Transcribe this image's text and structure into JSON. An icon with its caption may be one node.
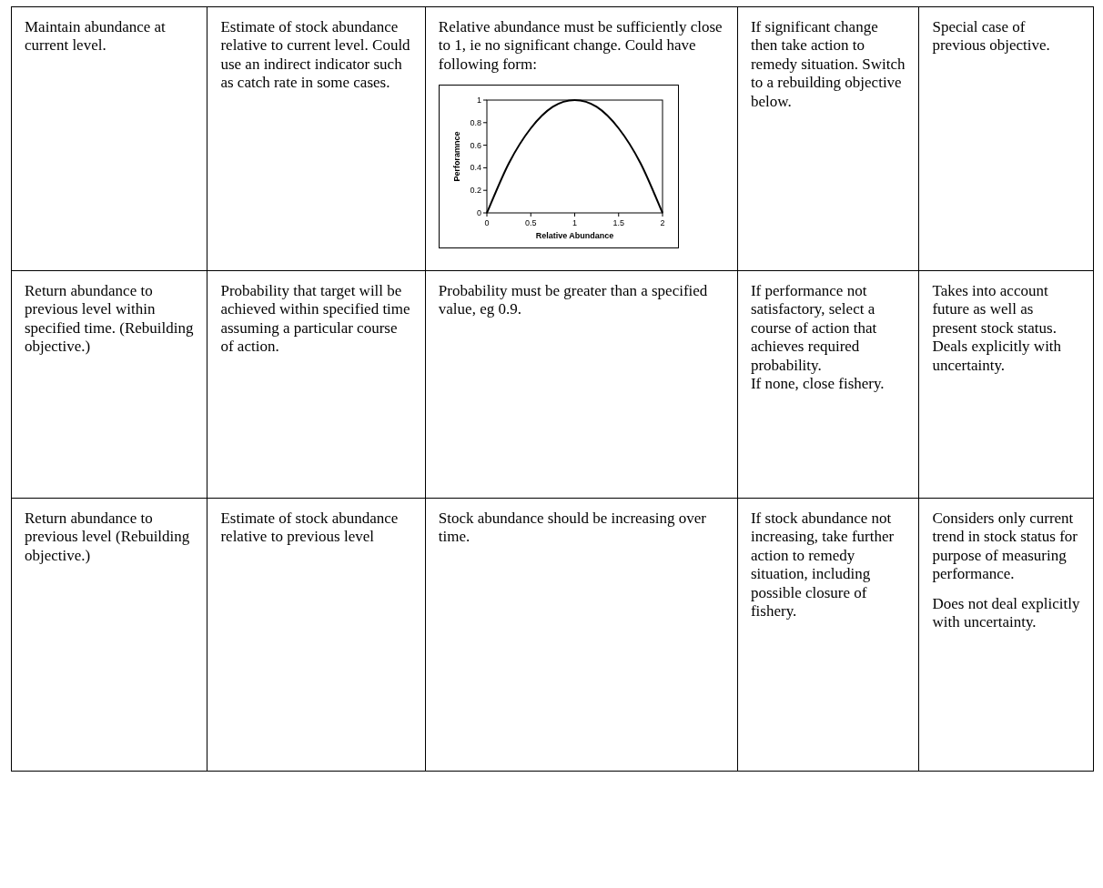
{
  "diagram": {
    "labels": [
      "Maintain abundance at current level.",
      "Estimate of stock abundance relative to current level. Could use an indirect indicator such as catch rate in some cases.",
      "Relative abundance must be sufficiently close to 1, ie no significant change. Could have following form:",
      "If significant change then take action to remedy situation. Switch to a rebuilding objective below.",
      "Special case of previous objective.",
      "Return abundance to previous level within specified time. (Rebuilding objective.)",
      "Probability that target will be achieved within specified time assuming a particular course of action.",
      "Probability must be greater than a specified value, eg 0.9.",
      "If performance not satisfactory, select a course of action that achieves required probability.",
      "If none, close fishery.",
      "Takes into account future as well as present stock status. Deals explicitly with uncertainty.",
      "Return abundance to previous level (Rebuilding objective.)",
      "Estimate of stock abundance relative to previous level",
      "Stock abundance should be increasing over time.",
      "If stock abundance not increasing, take further action to remedy situation, including possible closure of fishery.",
      "Considers only current trend in stock status for purpose of measuring performance.",
      "Does not deal explicitly with uncertainty."
    ],
    "chart_data": {
      "type": "line",
      "xlabel": "Relative Abundance",
      "ylabel": "Perforamnce",
      "x": [
        0,
        0.25,
        0.5,
        0.75,
        1,
        1.25,
        1.5,
        1.75,
        2
      ],
      "series": [
        {
          "color": "#000000",
          "values": [
            0,
            0.44,
            0.75,
            0.94,
            1,
            0.94,
            0.75,
            0.44,
            0
          ]
        }
      ],
      "xlim": [
        0,
        2
      ],
      "ylim": [
        0,
        1
      ],
      "xticks": [
        0,
        0.5,
        1,
        1.5,
        2
      ],
      "yticks": [
        0,
        0.2,
        0.4,
        0.6,
        0.8,
        1
      ]
    }
  }
}
